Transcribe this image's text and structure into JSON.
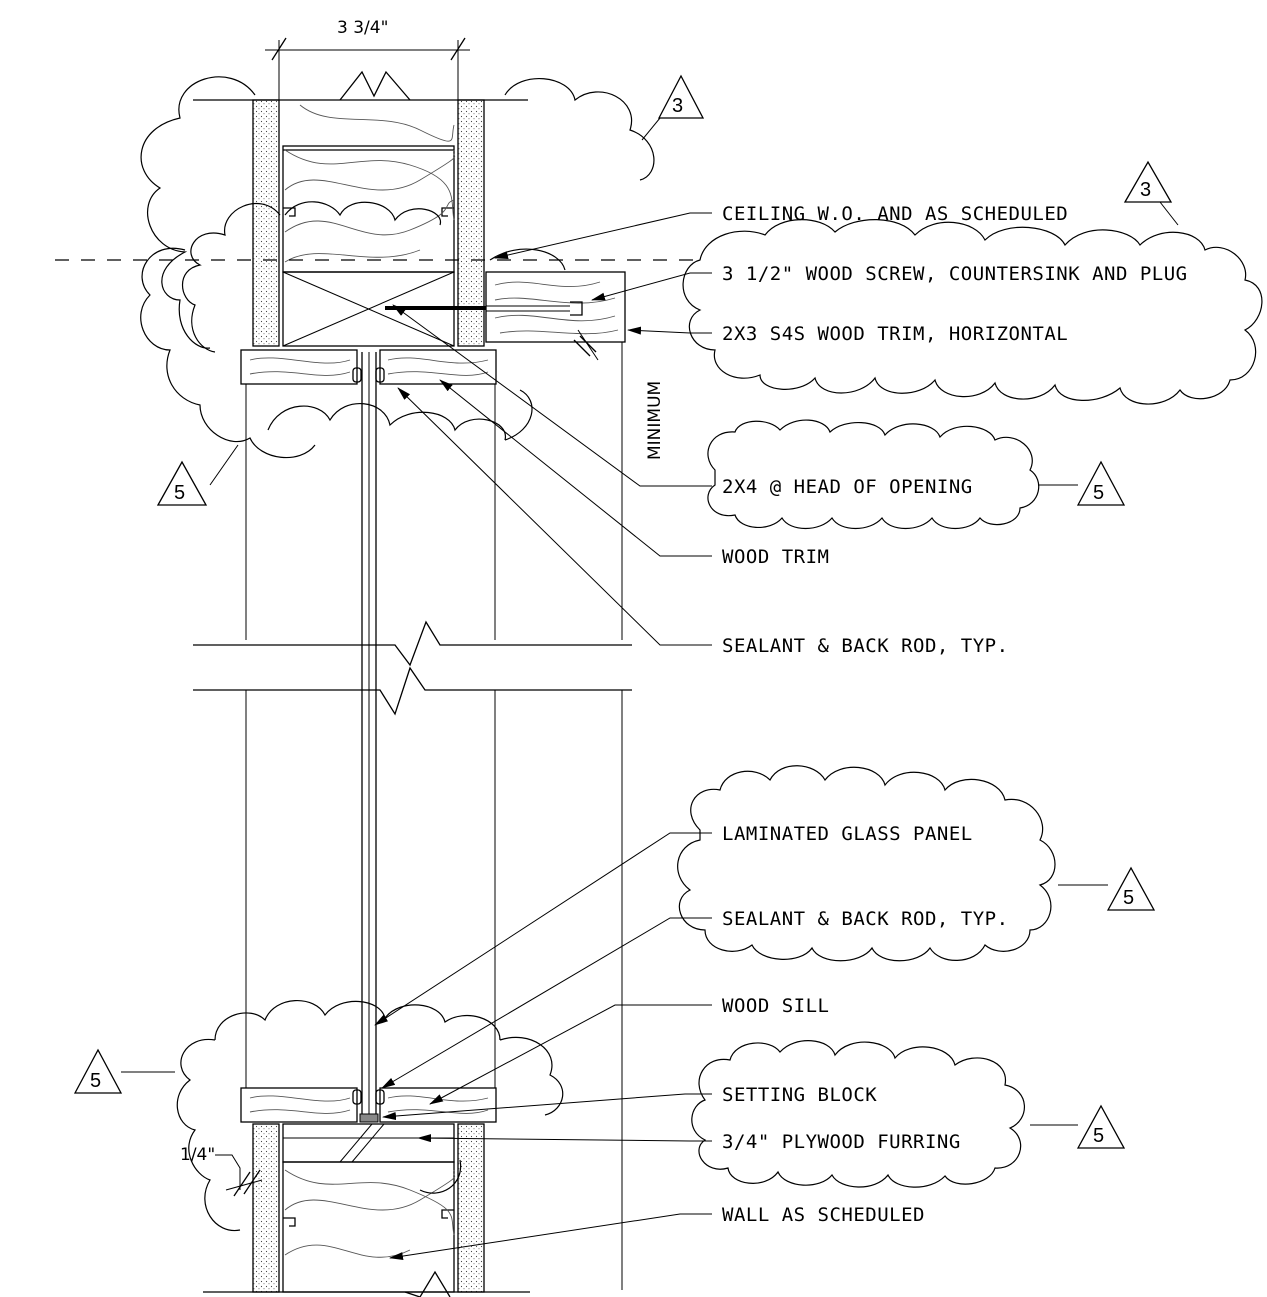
{
  "dimensions": {
    "top": "3 3/4\"",
    "bottom": "1/4\"",
    "minimum": "MINIMUM"
  },
  "notes": {
    "ceiling": "CEILING W.O. AND AS SCHEDULED",
    "screw": "3 1/2\" WOOD SCREW, COUNTERSINK AND PLUG",
    "trim_horizontal": "2X3 S4S WOOD TRIM, HORIZONTAL",
    "head_2x4": "2X4 @ HEAD OF OPENING",
    "wood_trim": "WOOD TRIM",
    "sealant_top": "SEALANT & BACK ROD, TYP.",
    "glass": "LAMINATED GLASS PANEL",
    "sealant_bottom": "SEALANT & BACK ROD, TYP.",
    "sill": "WOOD SILL",
    "setting_block": "SETTING BLOCK",
    "plywood": "3/4\" PLYWOOD FURRING",
    "wall": "WALL AS SCHEDULED"
  },
  "revision_tags": {
    "rev3_top": "3",
    "rev3_right": "3",
    "rev5_left_head": "5",
    "rev5_head_note": "5",
    "rev5_glass": "5",
    "rev5_left_sill": "5",
    "rev5_sill_note": "5"
  },
  "icons": [
    "revision-triangle-icon",
    "revision-cloud-icon",
    "leader-arrow-icon",
    "break-line-icon"
  ]
}
